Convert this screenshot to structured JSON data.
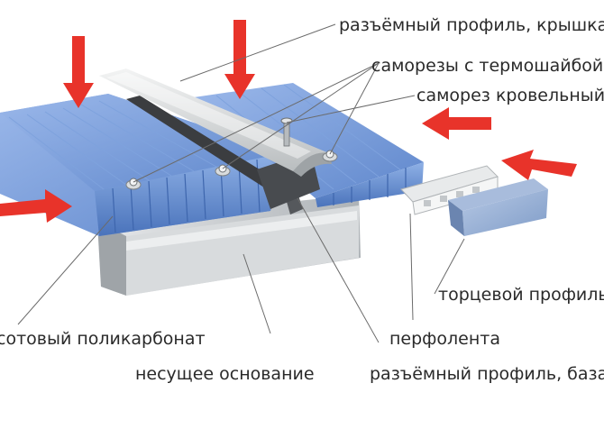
{
  "labels": {
    "cover_profile": "разъёмный профиль, крышка",
    "thermo_screws": "саморезы с термошайбой",
    "roof_screw": "саморез кровельный",
    "end_profile": "торцевой профиль",
    "cellular_pc": "сотовый поликарбонат",
    "perforated_tape": "перфолента",
    "support_base": "несущее основание",
    "base_profile": "разъёмный профиль, база"
  },
  "colors": {
    "arrow": "#e8332a",
    "panel": "#6e96d6",
    "metal": "#c9cdd0"
  },
  "icons": [
    "down-arrow-icon",
    "left-arrow-icon",
    "right-arrow-icon"
  ]
}
